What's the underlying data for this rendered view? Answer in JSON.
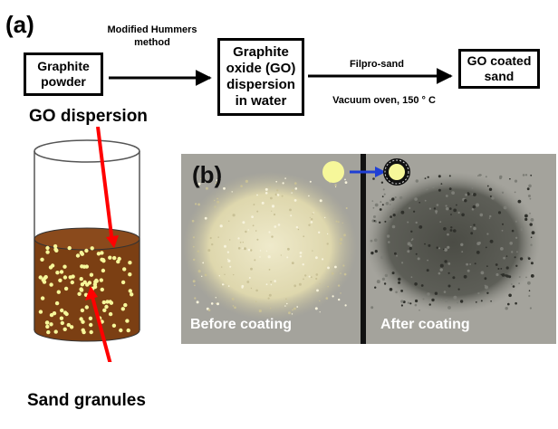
{
  "panel_a": {
    "label": "(a)",
    "box_graphite": "Graphite\npowder",
    "step1_label": "Modified Hummers\nmethod",
    "box_go": "Graphite\noxide (GO)\ndispersion\nin water",
    "step2_label_top": "Filpro-sand",
    "step2_label_bottom": "Vacuum oven, 150 ° C",
    "box_coated": "GO coated\nsand",
    "label_go_dispersion": "GO dispersion",
    "label_sand_granules": "Sand granules"
  },
  "panel_b": {
    "label": "(b)",
    "caption_before": "Before coating",
    "caption_after": "After coating"
  },
  "colors": {
    "arrow_red": "#ff0000",
    "dispersion_brown": "#7b3f13",
    "granule_yellow": "#f6f79a",
    "legend_arrow_blue": "#1f3fd4",
    "photo_background": "#a4a39c"
  }
}
